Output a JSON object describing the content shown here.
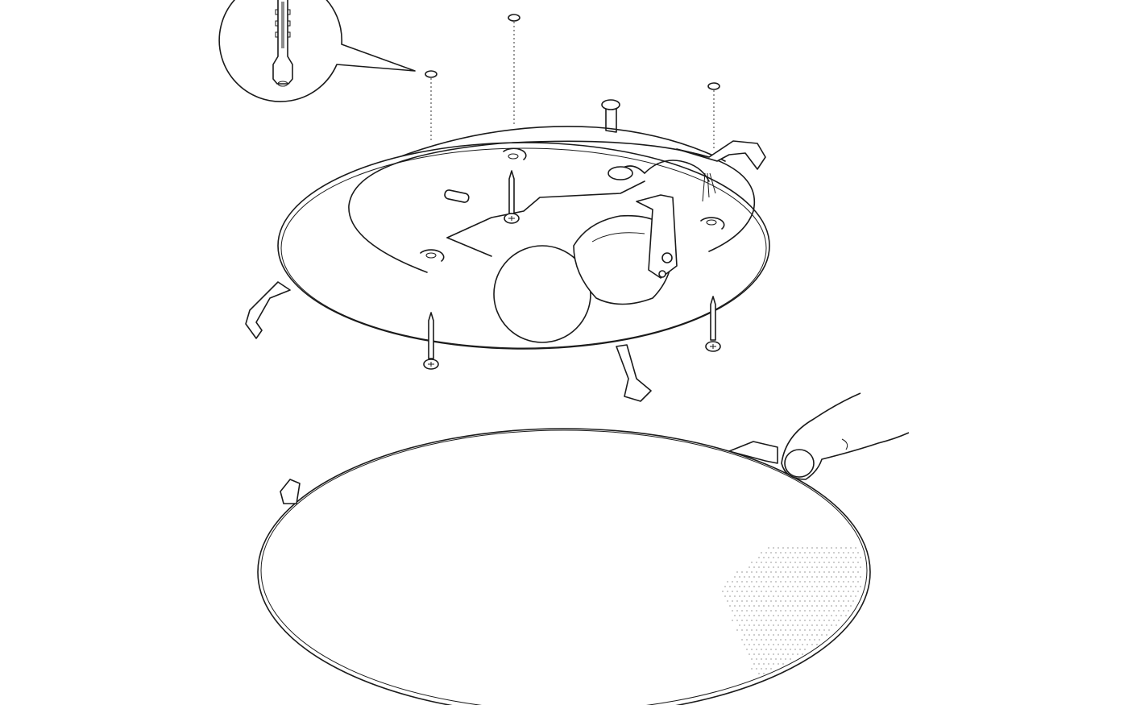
{
  "diagram": {
    "type": "assembly-instruction-illustration",
    "colors": {
      "line": "#1a1a1a",
      "background": "#ffffff"
    },
    "parts": [
      "wall-plug-detail-callout",
      "wall-plugs",
      "mounting-screws",
      "base-plate",
      "lamp-socket",
      "bulb",
      "mounting-clips",
      "glass-diffuser",
      "hand"
    ]
  }
}
